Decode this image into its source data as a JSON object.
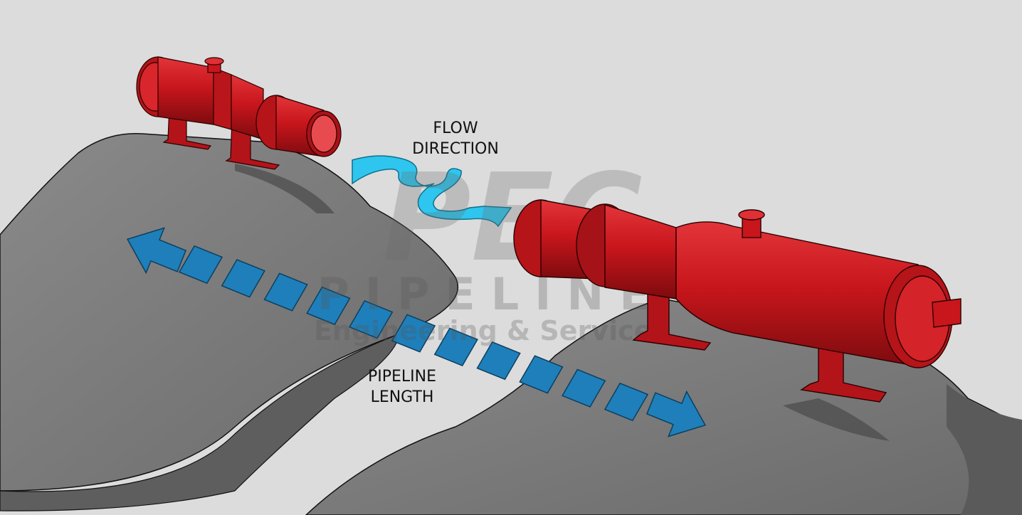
{
  "labels": {
    "flow_line1": "FLOW",
    "flow_line2": "DIRECTION",
    "length_line1": "PIPELINE",
    "length_line2": "LENGTH"
  },
  "watermark": {
    "logo_text": "PEC",
    "line1": "PIPELINE",
    "line2": "Engineering & Services"
  },
  "colors": {
    "background": "#dcdcdc",
    "terrain": "#7a7a7a",
    "terrain_shadow": "#5e5e5e",
    "pipe_red": "#c8161c",
    "pipe_dark": "#8e0d10",
    "flow_arrow": "#2ec6ee",
    "length_arrow": "#1f7fba"
  },
  "length_indicator": {
    "segments": 11
  }
}
